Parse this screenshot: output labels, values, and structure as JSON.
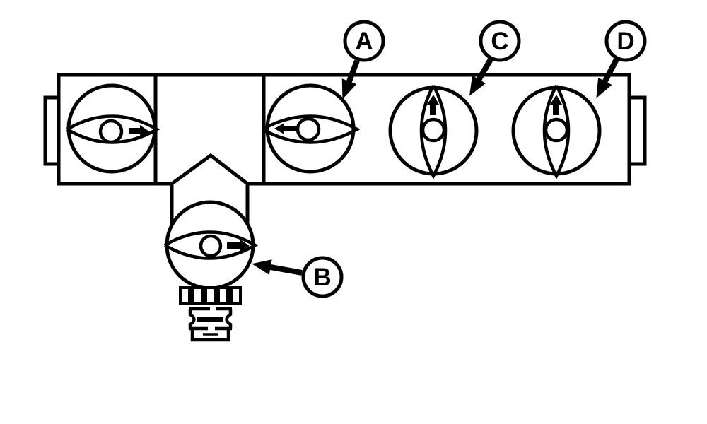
{
  "figure": {
    "background_color": "#ffffff",
    "line_color": "#000000",
    "callouts": [
      {
        "label": "A"
      },
      {
        "label": "B"
      },
      {
        "label": "C"
      },
      {
        "label": "D"
      }
    ],
    "valves": [
      {
        "name": "left-manifold-valve",
        "handle": "horizontal",
        "arrow_direction": "right"
      },
      {
        "name": "valve-a",
        "handle": "horizontal",
        "arrow_direction": "left"
      },
      {
        "name": "valve-b",
        "handle": "horizontal",
        "arrow_direction": "right"
      },
      {
        "name": "valve-c",
        "handle": "vertical",
        "arrow_direction": "up"
      },
      {
        "name": "valve-d",
        "handle": "vertical",
        "arrow_direction": "up"
      }
    ]
  }
}
